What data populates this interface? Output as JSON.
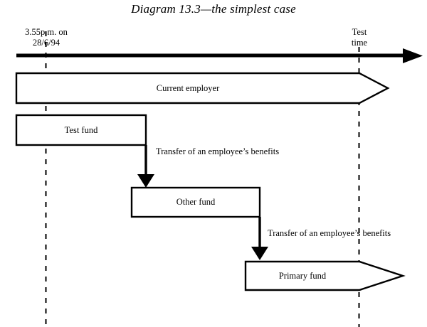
{
  "title": "Diagram 13.3—the simplest case",
  "timeline": {
    "start_label_line1": "3.55p.m. on",
    "start_label_line2": "28/6/94",
    "end_label_line1": "Test",
    "end_label_line2": "time",
    "axis_name": "time-axis-arrow"
  },
  "bands": [
    {
      "id": "current-employer",
      "label": "Current employer"
    },
    {
      "id": "test-fund",
      "label": "Test fund"
    },
    {
      "id": "other-fund",
      "label": "Other fund"
    },
    {
      "id": "primary-fund",
      "label": "Primary fund"
    }
  ],
  "transfers": [
    {
      "id": "transfer-1",
      "label": "Transfer of an employee’s benefits"
    },
    {
      "id": "transfer-2",
      "label": "Transfer of an employee’s benefits"
    }
  ],
  "colors": {
    "stroke": "#000000",
    "background": "#ffffff",
    "fill": "#ffffff"
  }
}
